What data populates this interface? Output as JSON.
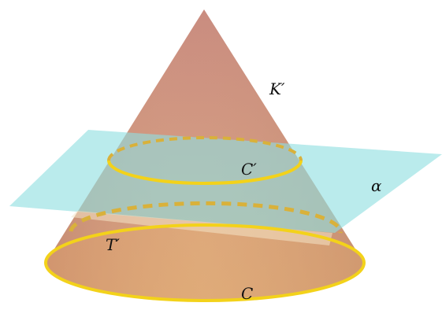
{
  "labels": {
    "cone_upper": "K′",
    "circle_upper": "C′",
    "plane": "α",
    "frustum": "T′",
    "circle_base": "C"
  },
  "colors": {
    "cone_fill_top": "#cd9180",
    "cone_fill_bottom": "#d8a478",
    "cone_shade": "#b98070",
    "base_fill": "#dfa96e",
    "plane_fill": "#8fdfe1",
    "circle_stroke": "#f3d21a",
    "dashed_stroke": "#d9b13a",
    "label_color": "#111111"
  }
}
